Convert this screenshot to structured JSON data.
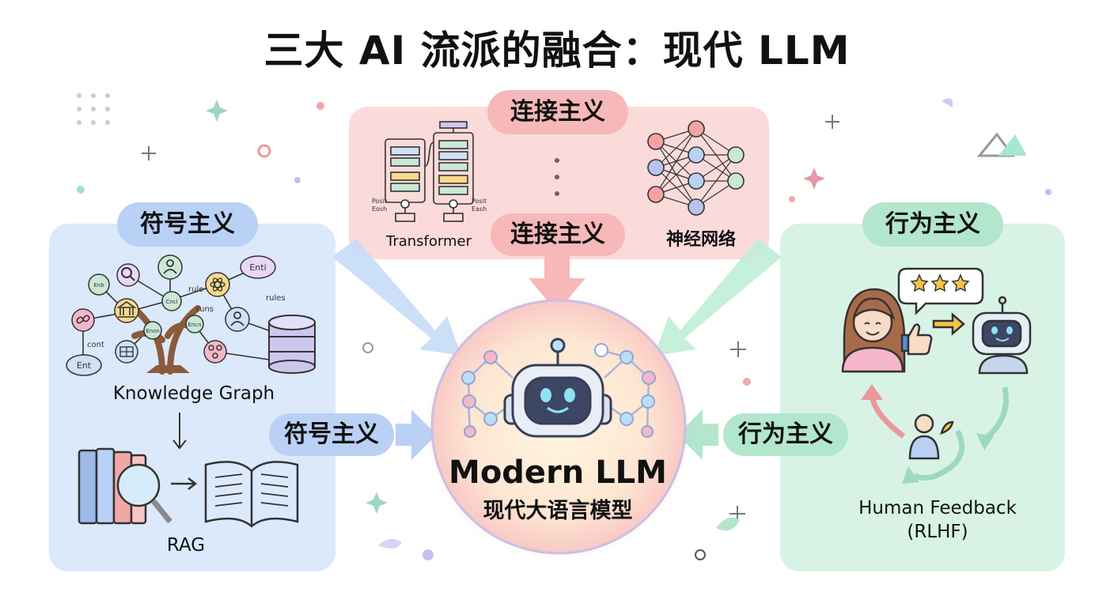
{
  "title": "三大 AI 流派的融合：现代 LLM",
  "schools": {
    "symbolism": "符号主义",
    "connectionism": "连接主义",
    "behaviorism": "行为主义"
  },
  "left_panel": {
    "graph_label": "Knowledge Graph",
    "rag_label": "RAG",
    "node_labels": {
      "entity_top": "Enti",
      "entity_bottom": "Ent",
      "rule": "rule",
      "runs": "runs",
      "rules": "rules",
      "cont": "cont",
      "n1": "Enb",
      "n2": "Cncl",
      "n3": "Enon",
      "n4": "Encn"
    }
  },
  "top_panel": {
    "transformer_label": "Transformer",
    "nn_label": "神经网络",
    "tf_small": {
      "left_line1": "Posit",
      "left_line2": "Eosh",
      "right_line1": "Posit",
      "right_line2": "Eash"
    }
  },
  "right_panel": {
    "feedback_line1": "Human Feedback",
    "feedback_line2": "(RLHF)"
  },
  "center": {
    "title": "Modern LLM",
    "subtitle": "现代大语言模型"
  },
  "colors": {
    "blue": "#dce9fb",
    "pink": "#fbdada",
    "green": "#d8f3e6",
    "blue_pill": "#b9d1f5",
    "pink_pill": "#f6b8b8",
    "green_pill": "#b2e6cd",
    "center_glow": "#fde2c8"
  }
}
